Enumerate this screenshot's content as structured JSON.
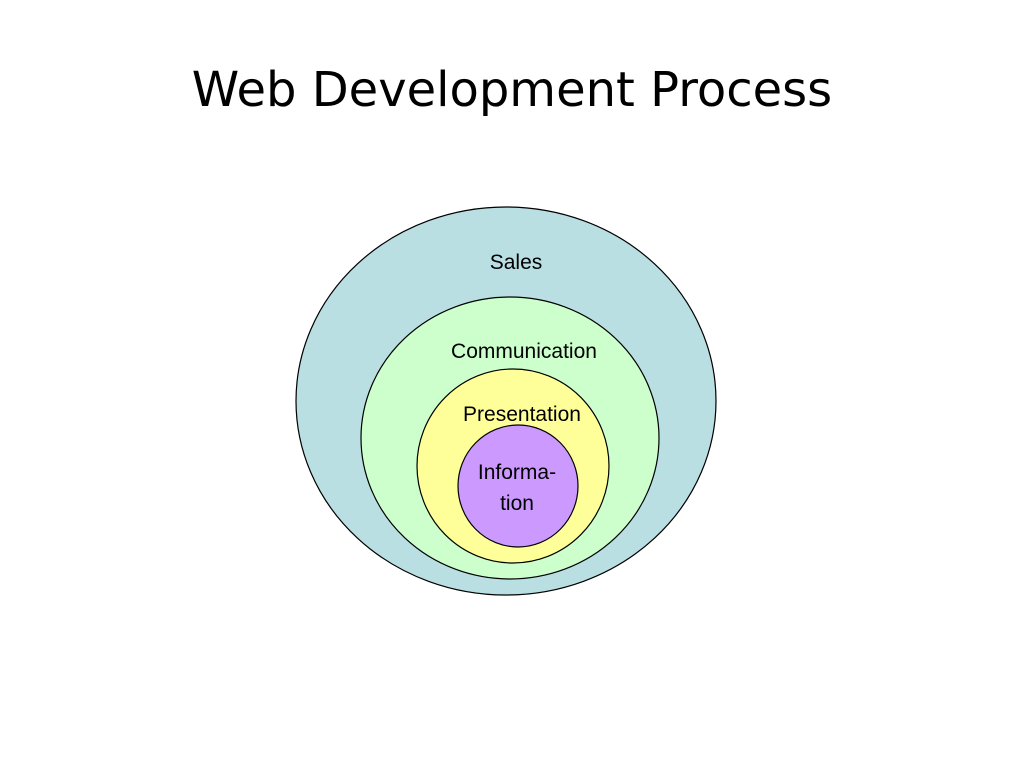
{
  "slide": {
    "title": "Web Development Process"
  },
  "diagram": {
    "layers": [
      {
        "id": "sales",
        "label": "Sales",
        "fill": "#b9dfe3"
      },
      {
        "id": "communication",
        "label": "Communication",
        "fill": "#ccffcc"
      },
      {
        "id": "presentation",
        "label": "Presentation",
        "fill": "#ffff99"
      },
      {
        "id": "information",
        "label_lines": [
          "Informa-",
          "tion"
        ],
        "fill": "#cc99ff"
      }
    ],
    "stroke_color": "#000000"
  }
}
